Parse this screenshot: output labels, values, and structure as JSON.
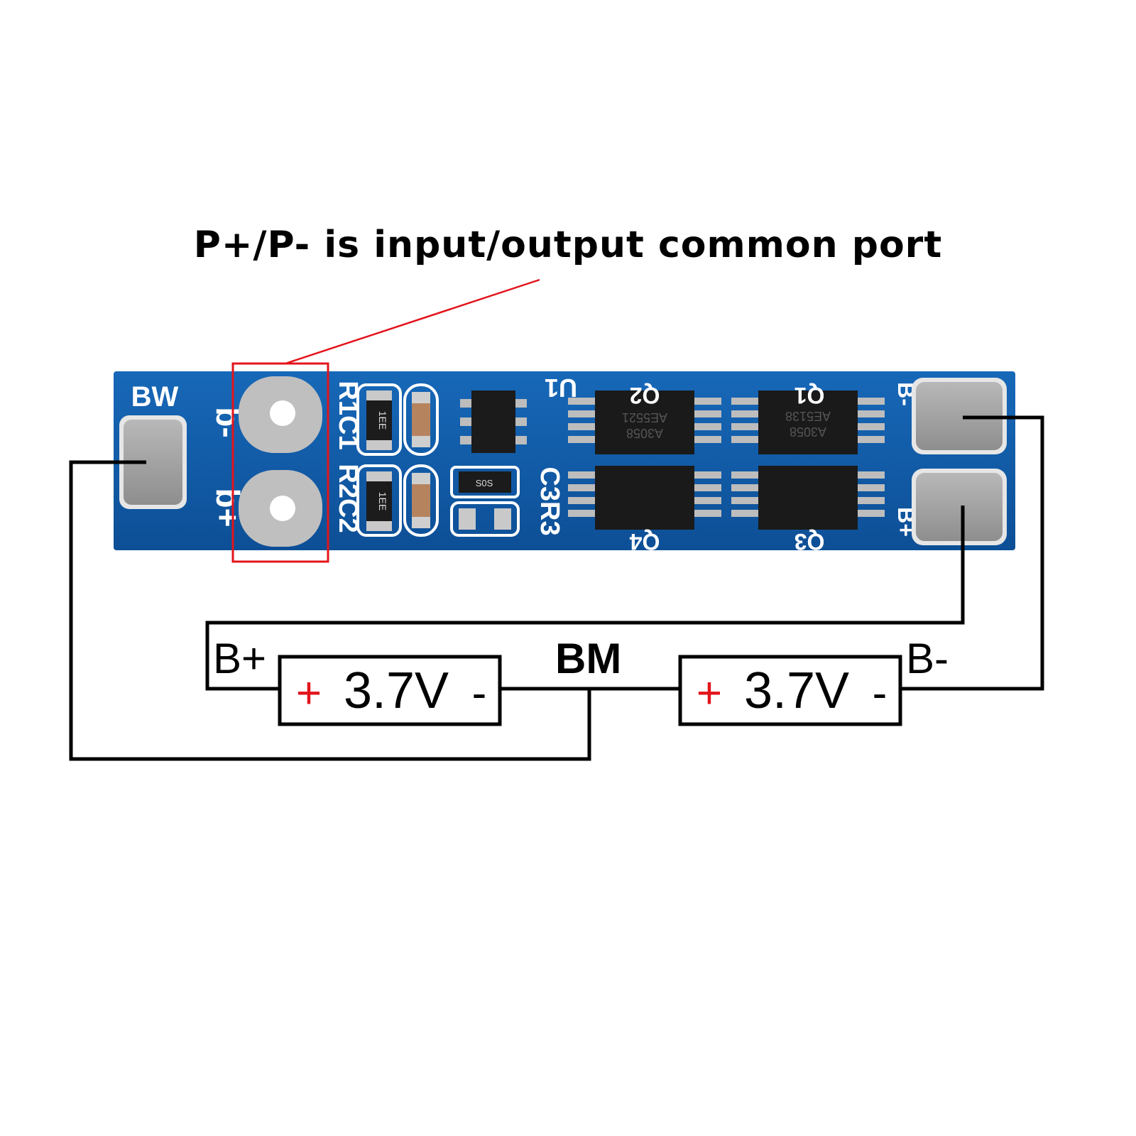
{
  "annotation": {
    "text": "P+/P- is input/output common port",
    "highlight_color": "#e3141b",
    "line_color": "#e3141b"
  },
  "board": {
    "pcb_color": "#0f5aa8",
    "silkscreen_color": "#ffffff",
    "pad_color": "#9c9c9c",
    "labels": {
      "bm": "BW",
      "p_minus": "b-",
      "p_plus": "b+",
      "b_minus": "B-",
      "b_plus": "B+",
      "r1c1": "R1C1",
      "r2c2": "R2C2",
      "c3r3": "C3R3",
      "u1": "U1",
      "q1": "Q1",
      "q2": "Q2",
      "q3": "Q3",
      "q4": "Q4",
      "res_code": "1EE",
      "sot_code": "S0S",
      "chip_a": "AE5521",
      "chip_b": "A3058",
      "chip_c": "AE5138",
      "chip_d": "A3058"
    }
  },
  "wiring": {
    "wire_color": "#000000",
    "label_b_plus": "B+",
    "label_bm": "BM",
    "label_b_minus": "B-",
    "battery1": {
      "plus": "+",
      "voltage": "3.7V",
      "minus": "-"
    },
    "battery2": {
      "plus": "+",
      "voltage": "3.7V",
      "minus": "-"
    },
    "plus_color": "#e3141b"
  }
}
